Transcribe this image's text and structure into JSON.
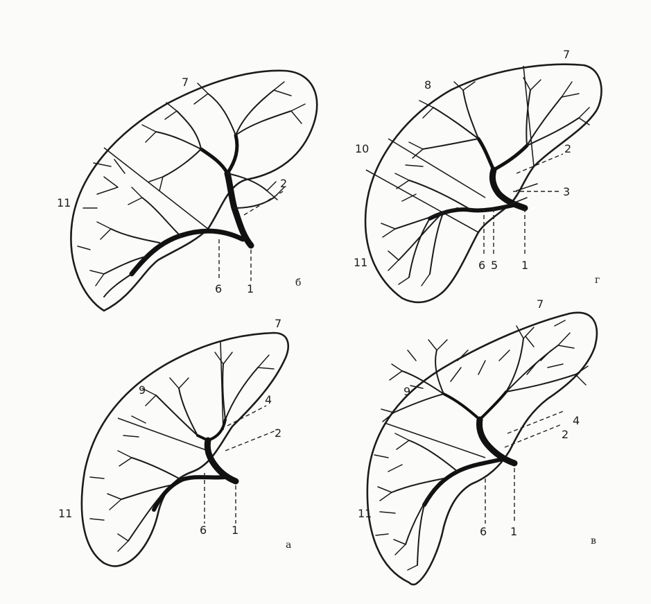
{
  "panels": [
    {
      "id": "a",
      "caption": "а",
      "segment_labels": [
        "7",
        "9",
        "11"
      ],
      "leader_labels": [
        "4",
        "2",
        "6",
        "1"
      ]
    },
    {
      "id": "b",
      "caption": "б",
      "segment_labels": [
        "7",
        "11"
      ],
      "leader_labels": [
        "2",
        "6",
        "1"
      ]
    },
    {
      "id": "v",
      "caption": "в",
      "segment_labels": [
        "7",
        "9",
        "11"
      ],
      "leader_labels": [
        "2",
        "4",
        "6",
        "1"
      ]
    },
    {
      "id": "g",
      "caption": "г",
      "segment_labels": [
        "7",
        "8",
        "10",
        "11"
      ],
      "leader_labels": [
        "2",
        "3",
        "6",
        "5",
        "1"
      ]
    }
  ]
}
